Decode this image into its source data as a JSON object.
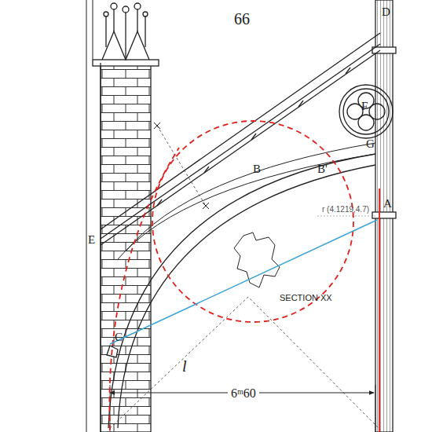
{
  "diagram": {
    "labels": [
      "66",
      "D",
      "F",
      "G",
      "B",
      "B'",
      "E",
      "A",
      "r (4.1219,4.7)",
      "SECTION XX",
      "C",
      "l",
      "6ᵐ60"
    ]
  }
}
